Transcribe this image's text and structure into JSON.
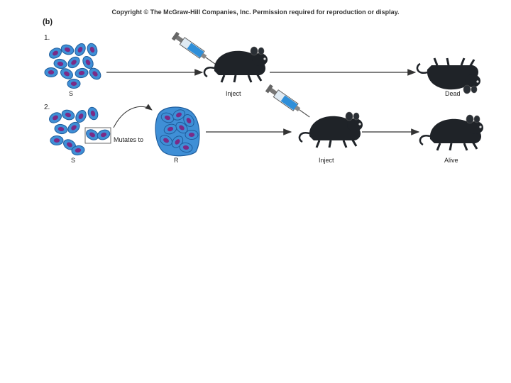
{
  "copyright": "Copyright © The McGraw-Hill Companies, Inc. Permission required for reproduction or display.",
  "panel_label": "(b)",
  "row1": {
    "number": "1.",
    "cells_label": "S",
    "inject_label": "Inject",
    "outcome_label": "Dead"
  },
  "row2": {
    "number": "2.",
    "cells_s_label": "S",
    "mutates_label": "Mutates to",
    "cells_r_label": "R",
    "inject_label": "Inject",
    "outcome_label": "Alive"
  },
  "colors": {
    "cell_blue": "#3f8fd6",
    "cell_border": "#1d5c9c",
    "nucleus_purple": "#7a2b86",
    "mouse_black": "#1f2328",
    "arrow": "#333333"
  },
  "icons": [
    "syringe-icon",
    "mouse-icon",
    "bacteria-cell-icon"
  ]
}
